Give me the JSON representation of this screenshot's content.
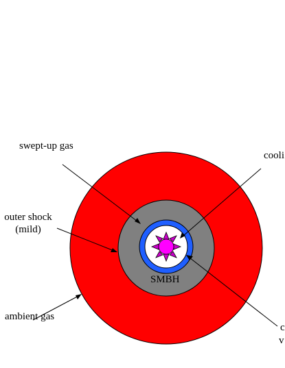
{
  "labels": {
    "swept_up_gas": "swept-up gas",
    "cooling_partial": "cooli",
    "outer_shock_line1": "outer shock",
    "outer_shock_line2": "(mild)",
    "smbh": "SMBH",
    "ambient_gas": "ambient gas",
    "bottom_right_line1": "c",
    "bottom_right_line2": "v"
  },
  "colors": {
    "ambient_region": "#ff0000",
    "swept_up_region": "#808080",
    "inner_ring": "#1f5fff",
    "cavity": "#ffffff",
    "smbh_core": "#ff00ff",
    "smbh_rays": "#cc00cc",
    "outline": "#000000"
  }
}
